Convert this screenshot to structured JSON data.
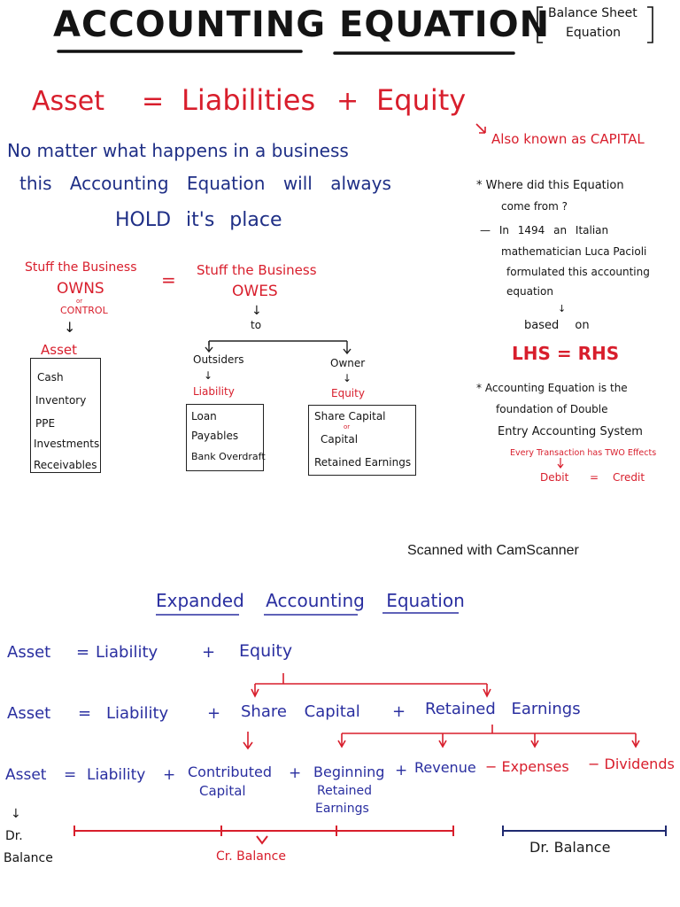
{
  "page1": {
    "title": "ACCOUNTING EQUATION",
    "bracket_note": {
      "line1": "Balance Sheet",
      "line2": "Equation"
    },
    "main_equation": {
      "asset": "Asset",
      "eq": "=",
      "liabilities": "Liabilities",
      "plus": "+",
      "equity": "Equity"
    },
    "also_known": "Also known as CAPITAL",
    "statement": {
      "line1": "No matter what happens in a business",
      "line2": "this Accounting Equation will always",
      "line3": "HOLD it's place"
    },
    "owns_side": {
      "stuff": "Stuff the Business",
      "owns": "OWNS",
      "or": "or",
      "control": "CONTROL",
      "arrow": "↓",
      "heading": "Asset",
      "items": [
        "Cash",
        "Inventory",
        "PPE",
        "Investments",
        "Receivables"
      ]
    },
    "equals_sign": "=",
    "owes_side": {
      "stuff": "Stuff the Business",
      "owes": "OWES",
      "arrow": "↓",
      "to": "to",
      "outsiders": "Outsiders",
      "owner": "Owner",
      "liability": "Liability",
      "equity": "Equity",
      "liability_items": [
        "Loan",
        "Payables",
        "Bank Overdraft"
      ],
      "equity_items": {
        "share_capital": "Share Capital",
        "or": "or",
        "capital": "Capital",
        "retained": "Retained Earnings"
      }
    },
    "right_notes": {
      "bullet1_line1": "* Where did this Equation",
      "bullet1_line2": "come from ?",
      "history_line1": "— In 1494 an Italian",
      "history_line2": "mathematician Luca Pacioli",
      "history_line3": "formulated this accounting",
      "history_line4": "equation",
      "arrow": "↓",
      "based_on": "based on",
      "lhs_rhs": "LHS = RHS",
      "bullet2_line1": "* Accounting Equation is the",
      "bullet2_line2": "foundation of Double",
      "bullet2_line3": "Entry Accounting System",
      "every_transaction": "Every Transaction has TWO Effects",
      "debit": "Debit",
      "eq": "=",
      "credit": "Credit"
    }
  },
  "watermark": "Scanned with CamScanner",
  "page2": {
    "heading": "Expanded Accounting Equation",
    "row1": {
      "asset": "Asset",
      "eq": "=",
      "liability": "Liability",
      "plus": "+",
      "equity": "Equity"
    },
    "row2": {
      "asset": "Asset",
      "eq": "=",
      "liability": "Liability",
      "plus1": "+",
      "share_capital": "Share Capital",
      "plus2": "+",
      "retained": "Retained Earnings"
    },
    "row3": {
      "asset": "Asset",
      "eq": "=",
      "liability": "Liability",
      "plus1": "+",
      "contributed": "Contributed",
      "capital": "Capital",
      "plus2": "+",
      "beginning": "Beginning",
      "retained": "Retained",
      "earnings": "Earnings",
      "plus3": "+",
      "revenue": "Revenue",
      "expenses": "− Expenses",
      "dividends": "− Dividends"
    },
    "dr1": "Dr.",
    "balance1": "Balance",
    "cr_balance": "Cr. Balance",
    "dr_balance": "Dr. Balance"
  }
}
